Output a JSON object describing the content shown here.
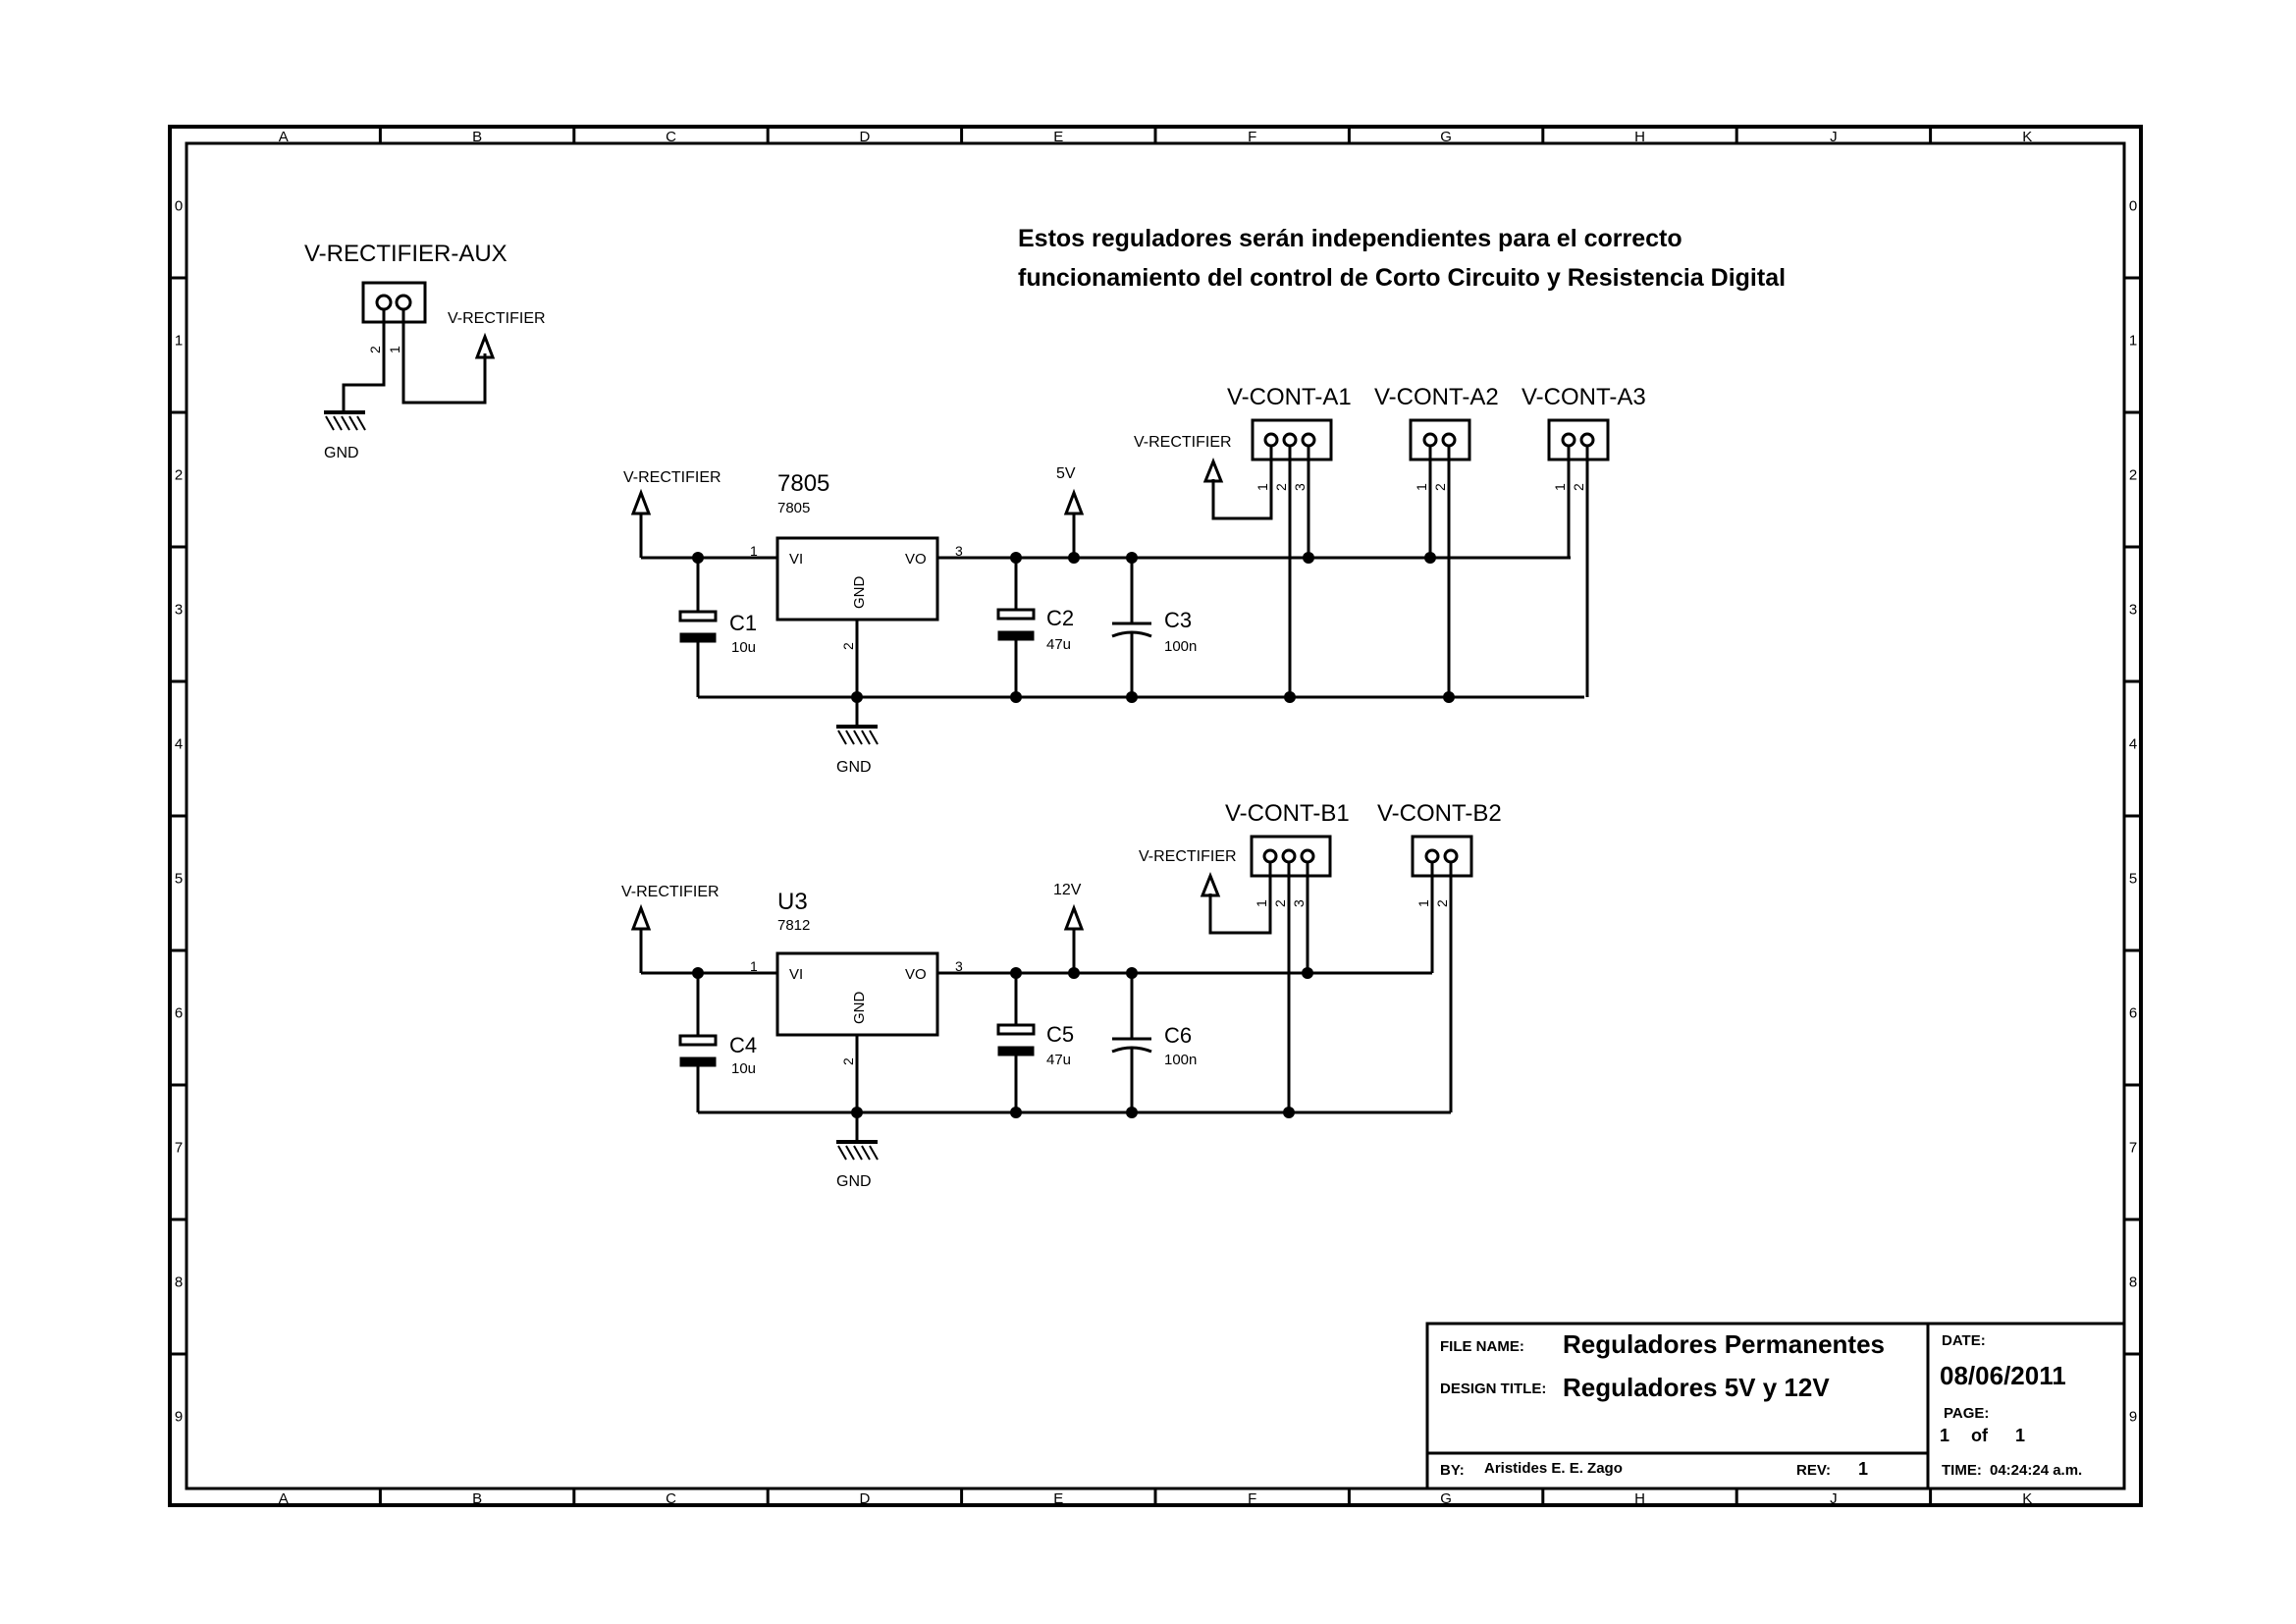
{
  "border": {
    "columns": [
      "A",
      "B",
      "C",
      "D",
      "E",
      "F",
      "G",
      "H",
      "J",
      "K"
    ],
    "rows": [
      "0",
      "1",
      "2",
      "3",
      "4",
      "5",
      "6",
      "7",
      "8",
      "9"
    ]
  },
  "note": {
    "line1": "Estos reguladores serán independientes para el correcto",
    "line2": "funcionamiento del control de Corto Circuito y Resistencia Digital"
  },
  "aux_connector": {
    "ref": "V-RECTIFIER-AUX",
    "pins": [
      "2",
      "1"
    ],
    "net_label": "V-RECTIFIER",
    "gnd_label": "GND"
  },
  "circuit_5v": {
    "input_label": "V-RECTIFIER",
    "regulator": {
      "ref": "7805",
      "value": "7805",
      "pin_in": "VI",
      "pin_out": "VO",
      "pin_gnd": "GND",
      "num_in": "1",
      "num_out": "3",
      "num_gnd": "2"
    },
    "caps": [
      {
        "ref": "C1",
        "value": "10u"
      },
      {
        "ref": "C2",
        "value": "47u"
      },
      {
        "ref": "C3",
        "value": "100n"
      }
    ],
    "output_label": "5V",
    "gnd_label": "GND",
    "connector_net_label": "V-RECTIFIER",
    "connectors": [
      {
        "ref": "V-CONT-A1",
        "pins": [
          "1",
          "2",
          "3"
        ]
      },
      {
        "ref": "V-CONT-A2",
        "pins": [
          "1",
          "2"
        ]
      },
      {
        "ref": "V-CONT-A3",
        "pins": [
          "1",
          "2"
        ]
      }
    ]
  },
  "circuit_12v": {
    "input_label": "V-RECTIFIER",
    "regulator": {
      "ref": "U3",
      "value": "7812",
      "pin_in": "VI",
      "pin_out": "VO",
      "pin_gnd": "GND",
      "num_in": "1",
      "num_out": "3",
      "num_gnd": "2"
    },
    "caps": [
      {
        "ref": "C4",
        "value": "10u"
      },
      {
        "ref": "C5",
        "value": "47u"
      },
      {
        "ref": "C6",
        "value": "100n"
      }
    ],
    "output_label": "12V",
    "gnd_label": "GND",
    "connector_net_label": "V-RECTIFIER",
    "connectors": [
      {
        "ref": "V-CONT-B1",
        "pins": [
          "1",
          "2",
          "3"
        ]
      },
      {
        "ref": "V-CONT-B2",
        "pins": [
          "1",
          "2"
        ]
      }
    ]
  },
  "title_block": {
    "file_name_label": "FILE NAME:",
    "file_name": "Reguladores Permanentes",
    "design_title_label": "DESIGN TITLE:",
    "design_title": "Reguladores 5V y 12V",
    "by_label": "BY:",
    "by": "Aristides E. E. Zago",
    "rev_label": "REV:",
    "rev": "1",
    "date_label": "DATE:",
    "date": "08/06/2011",
    "page_label": "PAGE:",
    "page": "1",
    "page_of": "of",
    "page_total": "1",
    "time_label": "TIME:",
    "time": "04:24:24 a.m."
  }
}
